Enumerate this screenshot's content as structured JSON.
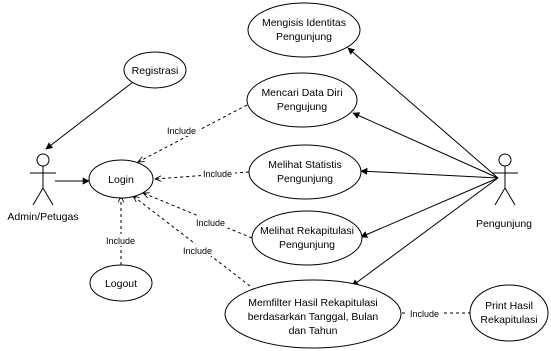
{
  "actors": {
    "admin": "Admin/Petugas",
    "pengunjung": "Pengunjung"
  },
  "use_cases": {
    "registrasi": "Registrasi",
    "login": "Login",
    "logout": "Logout",
    "mengisis_identitas": [
      "Mengisis Identitas",
      "Pengunjung"
    ],
    "mencari_data": [
      "Mencari Data Diri",
      "Pengujung"
    ],
    "melihat_statistis": [
      "Melihat Statistis",
      "Pengunjung"
    ],
    "melihat_rekapitulasi": [
      "Melihat Rekapitulasi",
      "Pengunjung"
    ],
    "memfilter": [
      "Memfilter Hasil Rekapitulasi",
      "berdasarkan Tanggal, Bulan",
      "dan Tahun"
    ],
    "print": [
      "Print Hasil",
      "Rekapitulasi"
    ]
  },
  "relations": {
    "include_label": "Include"
  }
}
